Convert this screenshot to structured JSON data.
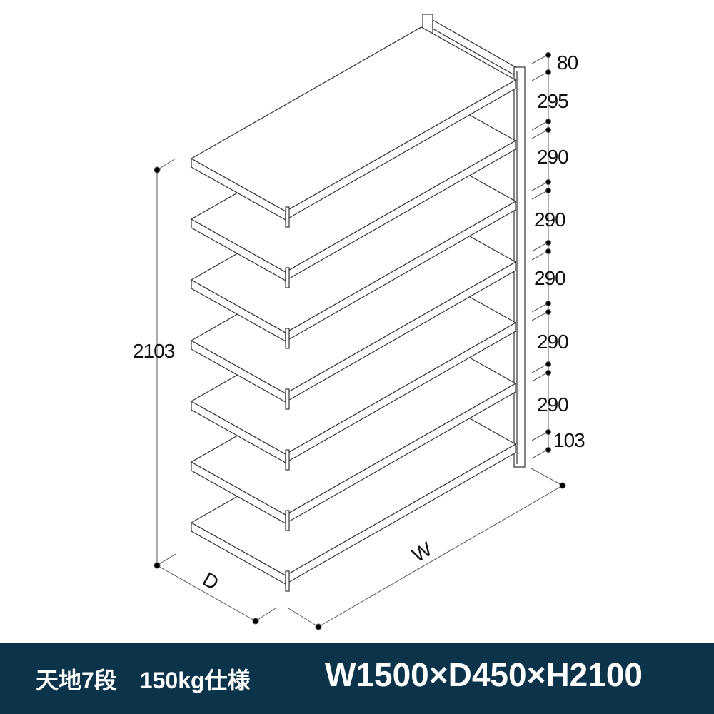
{
  "dimensions": {
    "height_total": "2103",
    "depth": "D",
    "width": "W",
    "spacings": [
      "80",
      "295",
      "290",
      "290",
      "290",
      "290",
      "290",
      "103"
    ]
  },
  "banner": {
    "spec": "天地7段　150kg仕様",
    "size": "W1500×D450×H2100",
    "background": "#0b3349"
  }
}
